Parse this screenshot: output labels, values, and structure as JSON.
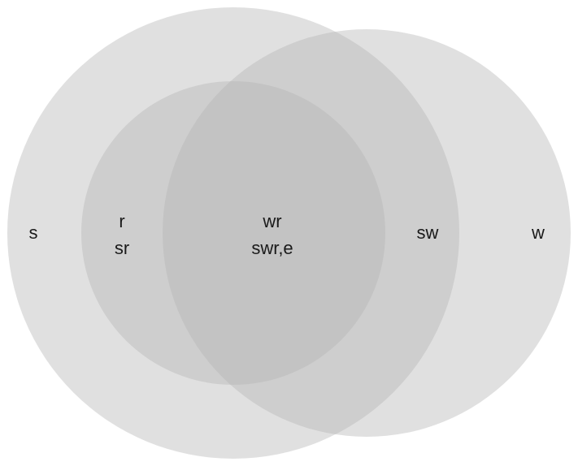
{
  "diagram": {
    "type": "venn",
    "fill_color": "#b4b4b6",
    "sets": [
      {
        "id": "s-set"
      },
      {
        "id": "w-set"
      },
      {
        "id": "r-set"
      }
    ],
    "regions": {
      "s_only": "s",
      "r_label": "r",
      "sr_label": "sr",
      "wr_label": "wr",
      "swr_e_label": "swr,e",
      "sw_label": "sw",
      "w_only": "w"
    }
  }
}
